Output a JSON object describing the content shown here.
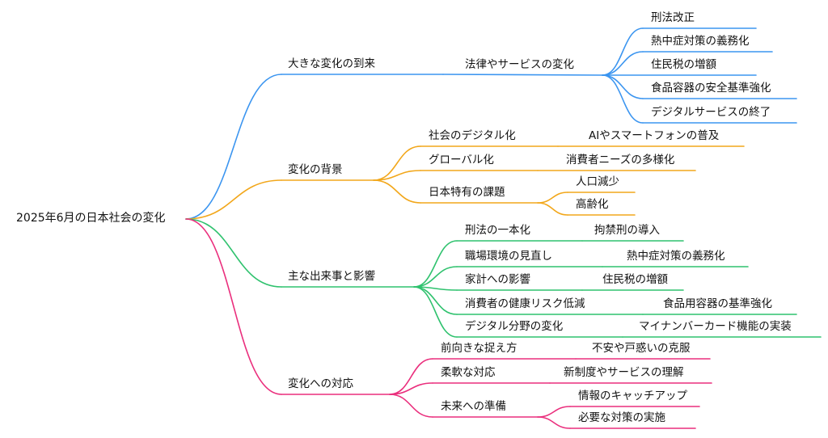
{
  "colors": {
    "blue": "#3b95f0",
    "orange": "#f2a71b",
    "green": "#2fc26e",
    "magenta": "#ea2f7d"
  },
  "root": "2025年6月の日本社会の変化",
  "branches": [
    {
      "label": "大きな変化の到来",
      "color": "blue",
      "children": [
        {
          "label": "法律やサービスの変化",
          "children": [
            "刑法改正",
            "熱中症対策の義務化",
            "住民税の増額",
            "食品容器の安全基準強化",
            "デジタルサービスの終了"
          ]
        }
      ]
    },
    {
      "label": "変化の背景",
      "color": "orange",
      "children": [
        {
          "label": "社会のデジタル化",
          "children": [
            "AIやスマートフォンの普及"
          ]
        },
        {
          "label": "グローバル化",
          "children": [
            "消費者ニーズの多様化"
          ]
        },
        {
          "label": "日本特有の課題",
          "children": [
            "人口減少",
            "高齢化"
          ]
        }
      ]
    },
    {
      "label": "主な出来事と影響",
      "color": "green",
      "children": [
        {
          "label": "刑法の一本化",
          "children": [
            "拘禁刑の導入"
          ]
        },
        {
          "label": "職場環境の見直し",
          "children": [
            "熱中症対策の義務化"
          ]
        },
        {
          "label": "家計への影響",
          "children": [
            "住民税の増額"
          ]
        },
        {
          "label": "消費者の健康リスク低減",
          "children": [
            "食品用容器の基準強化"
          ]
        },
        {
          "label": "デジタル分野の変化",
          "children": [
            "マイナンバーカード機能の実装"
          ]
        }
      ]
    },
    {
      "label": "変化への対応",
      "color": "magenta",
      "children": [
        {
          "label": "前向きな捉え方",
          "children": [
            "不安や戸惑いの克服"
          ]
        },
        {
          "label": "柔軟な対応",
          "children": [
            "新制度やサービスの理解"
          ]
        },
        {
          "label": "未来への準備",
          "children": [
            "情報のキャッチアップ",
            "必要な対策の実施"
          ]
        }
      ]
    }
  ]
}
